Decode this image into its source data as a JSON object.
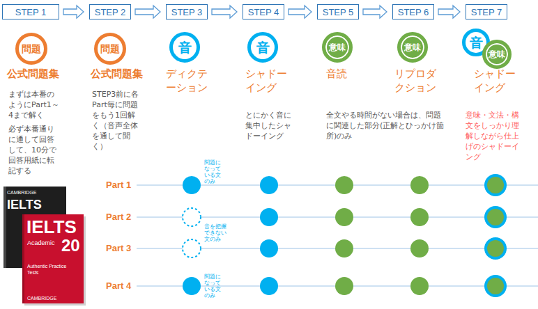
{
  "diagram": {
    "nodes": [
      {
        "text": [
          "STEP 1"
        ]
      },
      {
        "text": [
          "STEP 2"
        ]
      },
      {
        "text": [
          "STEP 3"
        ]
      },
      {
        "text": [
          "STEP 4"
        ]
      },
      {
        "text": [
          "STEP 5"
        ]
      },
      {
        "text": [
          "STEP 6"
        ]
      },
      {
        "text": [
          "STEP 7"
        ]
      },
      {
        "text": [
          "問題"
        ]
      },
      {
        "text": [
          "問題"
        ]
      },
      {
        "text": [
          "音"
        ]
      },
      {
        "text": [
          "音"
        ]
      },
      {
        "text": [
          "意味"
        ]
      },
      {
        "text": [
          "意味"
        ]
      },
      {
        "text": [
          "音"
        ]
      },
      {
        "text": [
          "意味"
        ]
      }
    ],
    "edges": [
      {
        "from": 0,
        "to": 1,
        "arrow": "to"
      },
      {
        "from": 1,
        "to": 2,
        "arrow": "to"
      },
      {
        "from": 2,
        "to": 3,
        "arrow": "to"
      },
      {
        "from": 3,
        "to": 4,
        "arrow": "to"
      },
      {
        "from": 4,
        "to": 5,
        "arrow": "to"
      },
      {
        "from": 5,
        "to": 6,
        "arrow": "to"
      }
    ],
    "labels": [
      "公式問題集",
      "まずは本番のようにPart1～4まで解く",
      "必ず本番通りに通して回答して、10分で回答用紙に転記する",
      "公式問題集",
      "STEP3前に各Part毎に問題をもう1回解く（音声全体を通して聞く）",
      "ディクテーション",
      "シャドーイング",
      "とにかく音に集中したシャドーイング",
      "音読",
      "全文やる時間がない場合は、問題に関連した部分(正解とひっかけ箇所)のみ",
      "リプロダクション",
      "シャドーイング",
      "意味・文法・構文をしっかり理解しながら仕上げのシャドーイング",
      "Part 1",
      "問題になっている文のみ",
      "Part 2",
      "音を把握できない文のみ",
      "Part 3",
      "Part 4",
      "問題になっている文のみ",
      "CAMBRIDGE",
      "IELTS",
      "IELTS",
      "20",
      "Academic",
      "Authentic Practice Tests",
      "CAMBRIDGE"
    ]
  }
}
